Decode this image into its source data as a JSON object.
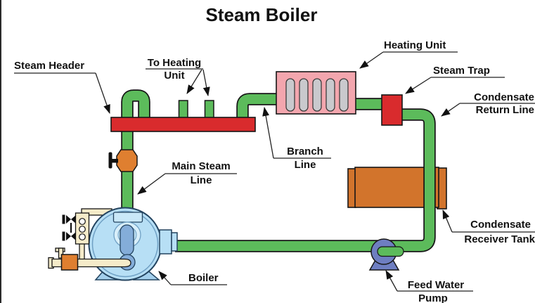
{
  "title": "Steam Boiler",
  "labels": {
    "steam_header": "Steam Header",
    "to_heating_unit_1": "To Heating",
    "to_heating_unit_2": "Unit",
    "heating_unit": "Heating Unit",
    "steam_trap": "Steam Trap",
    "condensate_return_1": "Condensate",
    "condensate_return_2": "Return Line",
    "branch_line_1": "Branch",
    "branch_line_2": "Line",
    "main_steam_line_1": "Main Steam",
    "main_steam_line_2": "Line",
    "boiler": "Boiler",
    "condensate_receiver_1": "Condensate",
    "condensate_receiver_2": "Receiver Tank",
    "feed_water_pump_1": "Feed Water",
    "feed_water_pump_2": "Pump"
  },
  "colors": {
    "pipe_green": "#5cbb5b",
    "header_red": "#d92b2d",
    "heating_pink": "#f3a6ae",
    "slot_gray": "#c9c9cd",
    "tank_orange": "#d2742c",
    "valve_orange": "#df7f30",
    "boiler_blue": "#b7dff5",
    "inner_blue": "#84add9",
    "pump_blue": "#6e7ec1",
    "fitting_cream": "#f5ebc9"
  }
}
